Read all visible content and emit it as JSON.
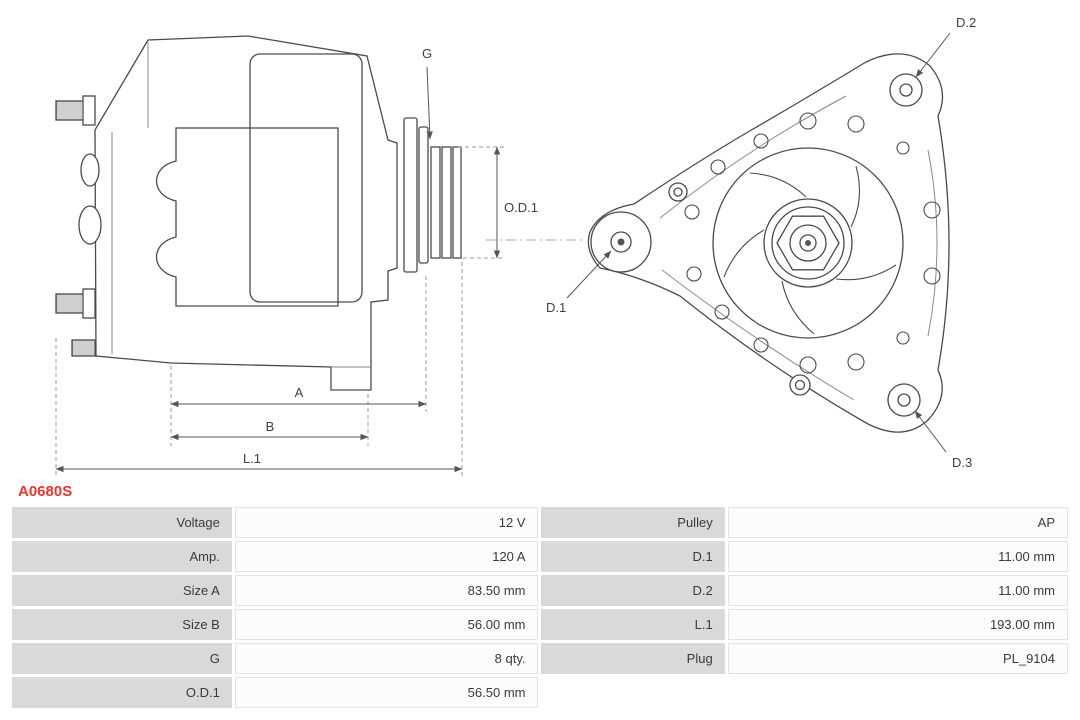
{
  "part_number": "A0680S",
  "colors": {
    "part_number_red": "#e7342c",
    "table_label_bg": "#d9d9d9",
    "table_value_bg": "#fcfcfc",
    "table_border": "#e3e3e3",
    "diagram_line": "#4a4a4a",
    "text": "#3a3a3a"
  },
  "diagram": {
    "side_view": {
      "dim_g": "G",
      "dim_od1": "O.D.1",
      "dim_a": "A",
      "dim_b": "B",
      "dim_l1": "L.1"
    },
    "front_view": {
      "dim_d1": "D.1",
      "dim_d2": "D.2",
      "dim_d3": "D.3"
    }
  },
  "table": {
    "rows": [
      {
        "label_left": "Voltage",
        "value_left": "12 V",
        "label_right": "Pulley",
        "value_right": "AP"
      },
      {
        "label_left": "Amp.",
        "value_left": "120 A",
        "label_right": "D.1",
        "value_right": "11.00 mm"
      },
      {
        "label_left": "Size A",
        "value_left": "83.50 mm",
        "label_right": "D.2",
        "value_right": "11.00 mm"
      },
      {
        "label_left": "Size B",
        "value_left": "56.00 mm",
        "label_right": "L.1",
        "value_right": "193.00 mm"
      },
      {
        "label_left": "G",
        "value_left": "8 qty.",
        "label_right": "Plug",
        "value_right": "PL_9104"
      },
      {
        "label_left": "O.D.1",
        "value_left": "56.50 mm"
      }
    ]
  }
}
